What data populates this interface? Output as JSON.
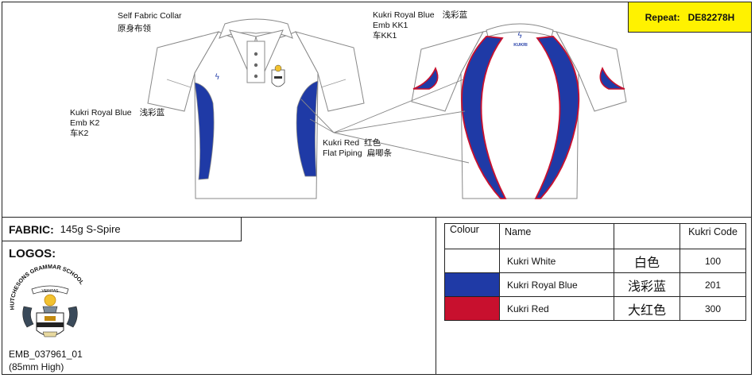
{
  "repeat": {
    "label": "Repeat:",
    "code": "DE82278H"
  },
  "labels": {
    "collar_en": "Self Fabric Collar",
    "collar_cn": "原身布领",
    "front_side_en": "Kukri Royal Blue",
    "front_side_cn": "浅彩蓝",
    "front_emb_en": "Emb K2",
    "front_emb_cn": "车K2",
    "back_en": "Kukri Royal Blue",
    "back_cn": "浅彩蓝",
    "back_emb_en": "Emb KK1",
    "back_emb_cn": "车KK1",
    "piping_en1": "Kukri Red",
    "piping_cn1": "红色",
    "piping_en2": "Flat Piping",
    "piping_cn2": "扁唧条"
  },
  "back_logo_text": "KUKRI",
  "fabric": {
    "label": "FABRIC:",
    "value": "145g S-Spire"
  },
  "logos": {
    "title": "LOGOS:",
    "crest_text": "HUTCHESONS GRAMMAR SCHOOL",
    "motto": "VERITAS",
    "code": "EMB_037961_01",
    "size": "(85mm High)"
  },
  "colour_table": {
    "headers": [
      "Colour",
      "Name",
      "",
      "Kukri Code"
    ],
    "rows": [
      {
        "swatch": "#ffffff",
        "name": "Kukri White",
        "cn": "白色",
        "code": "100"
      },
      {
        "swatch": "#1f3aa6",
        "name": "Kukri Royal Blue",
        "cn": "浅彩蓝",
        "code": "201"
      },
      {
        "swatch": "#c8102e",
        "name": "Kukri Red",
        "cn": "大红色",
        "code": "300"
      }
    ]
  },
  "colors": {
    "royal_blue": "#1f3aa6",
    "red": "#c8102e",
    "yellow": "#fff200"
  }
}
